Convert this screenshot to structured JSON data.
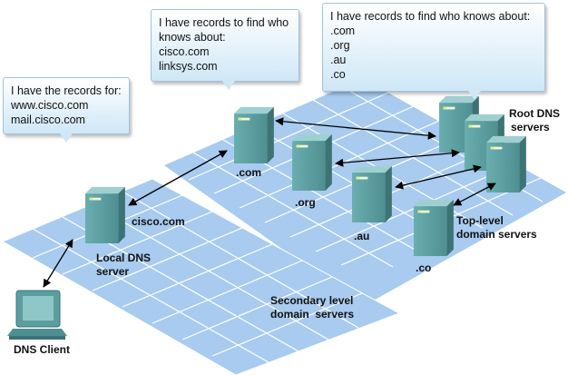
{
  "bubbles": {
    "local": {
      "title": "I have the records for:",
      "items": [
        "www.cisco.com",
        "mail.cisco.com"
      ]
    },
    "com": {
      "title": "I have records to find who knows about:",
      "items": [
        "cisco.com",
        "linksys.com"
      ]
    },
    "root": {
      "title": "I have records to find who knows about:",
      "items": [
        ".com",
        ".org",
        ".au",
        ".co"
      ]
    }
  },
  "labels": {
    "root_dns_line1": "Root DNS",
    "root_dns_line2": "servers",
    "tld_line1": "Top-level",
    "tld_line2": "domain servers",
    "secondary_line1": "Secondary level",
    "secondary_line2": "domain  servers",
    "local_dns_line1": "Local DNS",
    "local_dns_line2": "server",
    "cisco": "cisco.com",
    "com": ".com",
    "org": ".org",
    "au": ".au",
    "co": ".co",
    "client": "DNS Client"
  },
  "colors": {
    "platform": "#a8cbef",
    "grid": "#ffffff",
    "server": "#5a9ea0",
    "arrow": "#000000"
  }
}
